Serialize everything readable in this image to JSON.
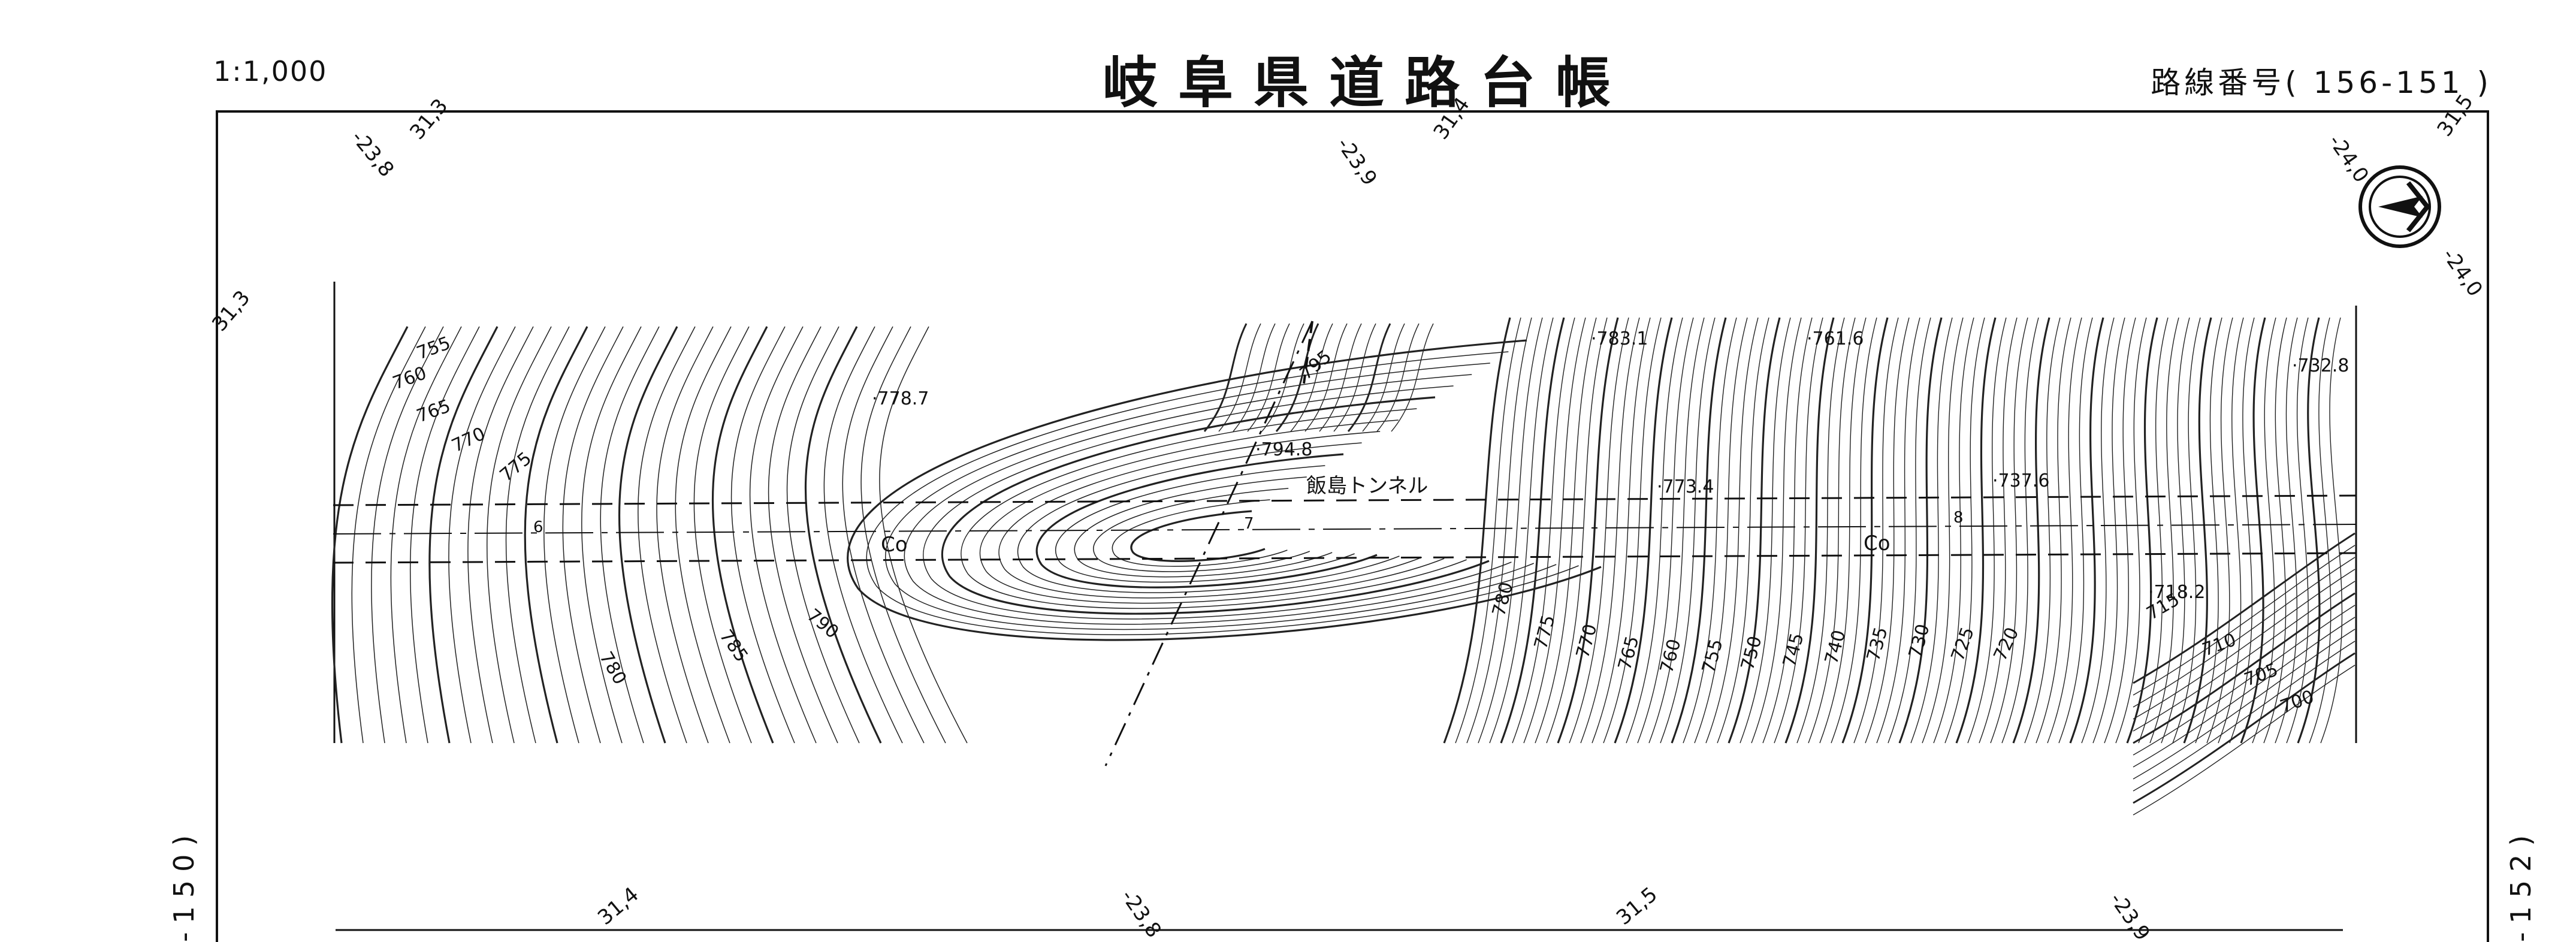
{
  "header": {
    "scale": "1:1,000",
    "title": "岐阜県道路台帳",
    "route_number": "路線番号( 156-151 )"
  },
  "adjacent_sheets": {
    "left": "-150)",
    "right": "-152)"
  },
  "map": {
    "tunnel_name": "飯島トンネル",
    "pavement_labels": [
      "Co",
      "Co"
    ],
    "station_markers": [
      "6",
      "7",
      "8"
    ],
    "grid_labels": {
      "top": [
        "-23,8",
        "31,3",
        "-23,9",
        "31,4",
        "-24,0",
        "31,5"
      ],
      "right": [
        "-24,0"
      ],
      "left": [
        "31,3"
      ],
      "bottom": [
        "31,4",
        "-23,8",
        "31,5",
        "-23,9"
      ]
    },
    "contour_labels": [
      "755",
      "760",
      "765",
      "770",
      "775",
      "780",
      "785",
      "790",
      "795",
      "780",
      "775",
      "770",
      "765",
      "760",
      "755",
      "750",
      "745",
      "740",
      "735",
      "730",
      "725",
      "720",
      "715",
      "710",
      "705",
      "700"
    ],
    "spot_elevations": [
      "778.7",
      "794.8",
      "783.1",
      "761.6",
      "773.4",
      "737.6",
      "732.8",
      "718.2"
    ],
    "north_arrow_icon": "north-arrow-icon"
  }
}
